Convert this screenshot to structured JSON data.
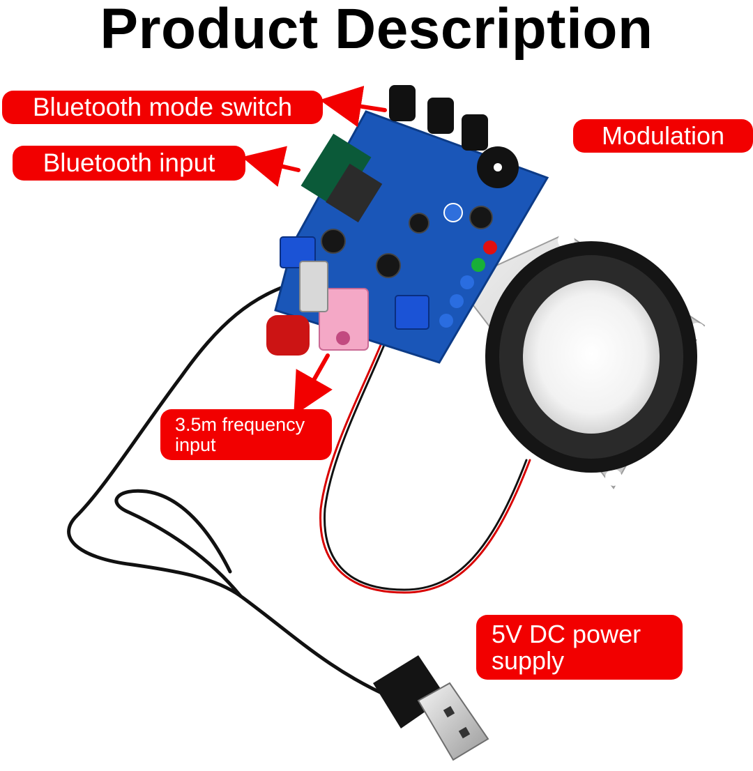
{
  "header": {
    "title": "Product Description"
  },
  "callouts": {
    "mode_switch": "Bluetooth mode switch",
    "bluetooth_input": "Bluetooth input",
    "modulation": "Modulation",
    "frequency_input_line1": "3.5m frequency",
    "frequency_input_line2": "input",
    "power_line1": "5V DC power",
    "power_line2": "supply"
  },
  "colors": {
    "callout_background": "#f20000",
    "callout_text": "#ffffff",
    "pcb": "#1a56b8",
    "title_text": "#000000"
  },
  "icons": {
    "pcb": "circuit-board-icon",
    "speaker": "speaker-icon",
    "usb": "usb-plug-icon",
    "arrow": "arrow-icon"
  }
}
